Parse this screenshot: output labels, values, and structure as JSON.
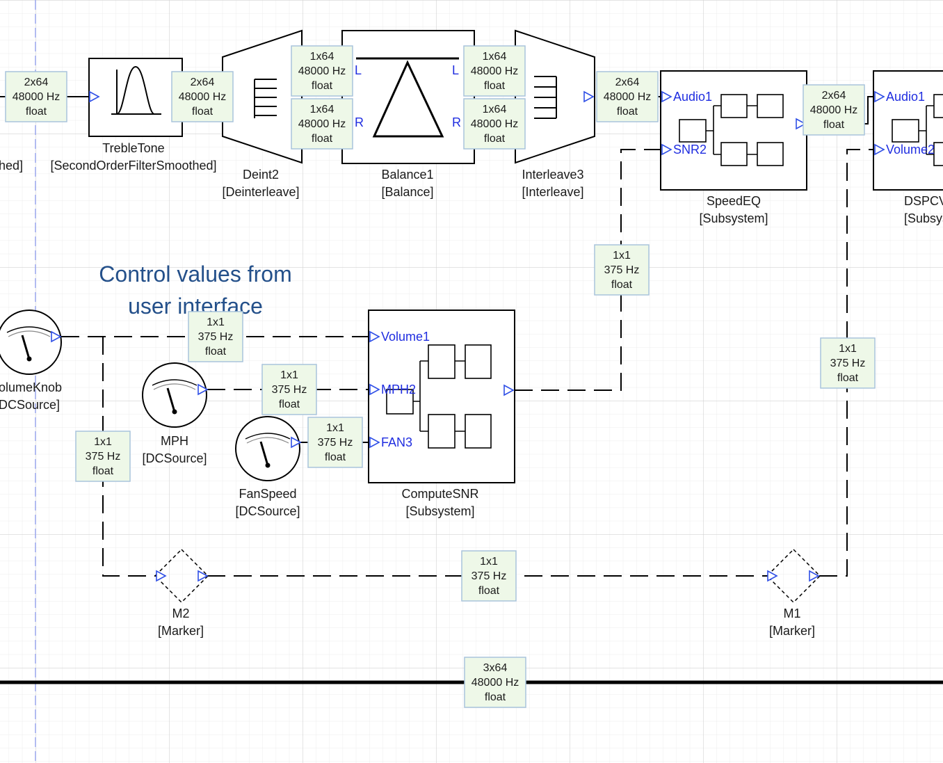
{
  "annotation": {
    "line1": "Control values from",
    "line2": "user interface"
  },
  "blocks": {
    "truncated_left": {
      "type": "hed]"
    },
    "treble": {
      "name": "TrebleTone",
      "type": "[SecondOrderFilterSmoothed]"
    },
    "deint": {
      "name": "Deint2",
      "type": "[Deinterleave]"
    },
    "balance": {
      "name": "Balance1",
      "type": "[Balance]",
      "pin_l": "L",
      "pin_r": "R"
    },
    "interleave": {
      "name": "Interleave3",
      "type": "[Interleave]"
    },
    "speedeq": {
      "name": "SpeedEQ",
      "type": "[Subsystem]",
      "in1": "Audio1",
      "in2": "SNR2"
    },
    "dspcv": {
      "name": "DSPCV",
      "type": "[Subsystem]",
      "in1": "Audio1",
      "in2": "Volume2"
    },
    "volumeknob": {
      "name": "olumeKnob",
      "type": "DCSource]"
    },
    "mph": {
      "name": "MPH",
      "type": "[DCSource]"
    },
    "fanspeed": {
      "name": "FanSpeed",
      "type": "[DCSource]"
    },
    "computesnr": {
      "name": "ComputeSNR",
      "type": "[Subsystem]",
      "in1": "Volume1",
      "in2": "MPH2",
      "in3": "FAN3"
    },
    "m2": {
      "name": "M2",
      "type": "[Marker]"
    },
    "m1": {
      "name": "M1",
      "type": "[Marker]"
    }
  },
  "wire_labels": {
    "w_left_in": {
      "dims": "2x64",
      "rate": "48000 Hz",
      "dtype": "float"
    },
    "w_treble_out": {
      "dims": "2x64",
      "rate": "48000 Hz",
      "dtype": "float"
    },
    "w_deint_l": {
      "dims": "1x64",
      "rate": "48000 Hz",
      "dtype": "float"
    },
    "w_deint_r": {
      "dims": "1x64",
      "rate": "48000 Hz",
      "dtype": "float"
    },
    "w_bal_l": {
      "dims": "1x64",
      "rate": "48000 Hz",
      "dtype": "float"
    },
    "w_bal_r": {
      "dims": "1x64",
      "rate": "48000 Hz",
      "dtype": "float"
    },
    "w_interleave": {
      "dims": "2x64",
      "rate": "48000 Hz",
      "dtype": "float"
    },
    "w_speedeq_out": {
      "dims": "2x64",
      "rate": "48000 Hz",
      "dtype": "float"
    },
    "w_snr_ctrl": {
      "dims": "1x1",
      "rate": "375 Hz",
      "dtype": "float"
    },
    "w_vol_ctrl": {
      "dims": "1x1",
      "rate": "375 Hz",
      "dtype": "float"
    },
    "w_volume": {
      "dims": "1x1",
      "rate": "375 Hz",
      "dtype": "float"
    },
    "w_mph": {
      "dims": "1x1",
      "rate": "375 Hz",
      "dtype": "float"
    },
    "w_fan": {
      "dims": "1x1",
      "rate": "375 Hz",
      "dtype": "float"
    },
    "w_vol_down": {
      "dims": "1x1",
      "rate": "375 Hz",
      "dtype": "float"
    },
    "w_marker": {
      "dims": "1x1",
      "rate": "375 Hz",
      "dtype": "float"
    },
    "w_bus": {
      "dims": "3x64",
      "rate": "48000 Hz",
      "dtype": "float"
    }
  },
  "colors": {
    "grid": "#dcdcdc",
    "pin_text": "#1f2de0",
    "annotation": "#24508a",
    "wire_label_fill": "#eef8e8",
    "wire_label_border": "#a9c4dc"
  }
}
